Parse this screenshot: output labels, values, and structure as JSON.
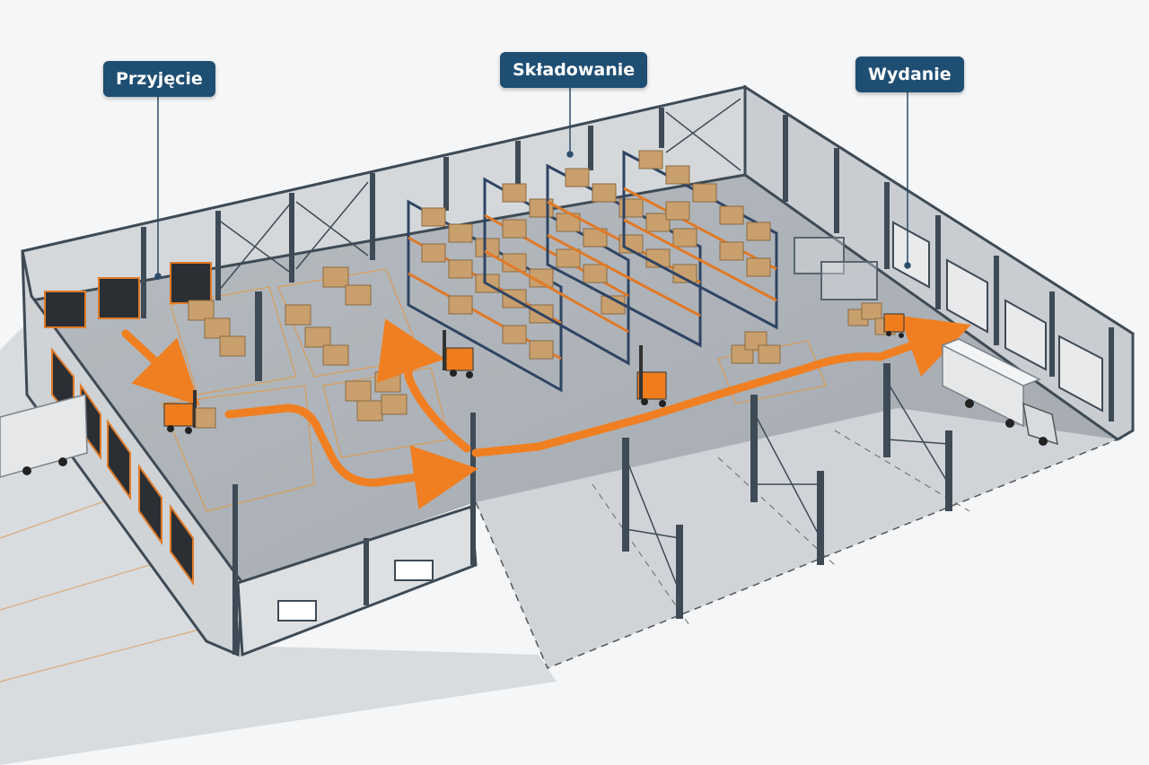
{
  "zones": {
    "receiving": {
      "label": "Przyjęcie"
    },
    "storage": {
      "label": "Składowanie"
    },
    "shipping": {
      "label": "Wydanie"
    }
  },
  "colors": {
    "label_bg": "#1f4e73",
    "flow_arrow": "#f07f22",
    "floor": "#aeb4ba",
    "wall": "#d4d8db",
    "steel": "#3e4a55",
    "rack_upright": "#2f4463",
    "rack_beam": "#e07a28",
    "carton": "#c9a06d",
    "forklift": "#ef7d1e"
  },
  "icons": [
    "forklift-icon",
    "pallet-icon",
    "truck-icon",
    "loading-dock-icon"
  ]
}
